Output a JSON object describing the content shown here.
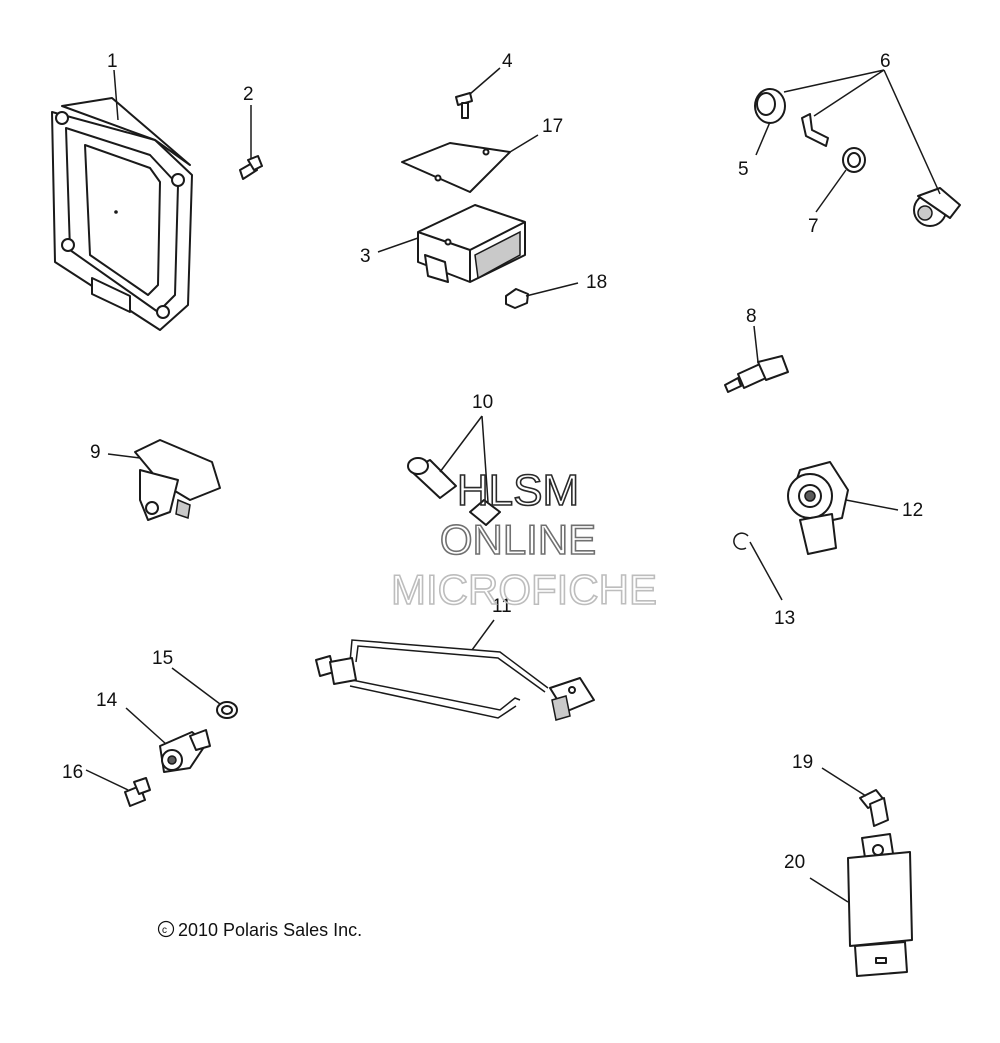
{
  "callouts": {
    "c1": "1",
    "c2": "2",
    "c3": "3",
    "c4": "4",
    "c5": "5",
    "c6": "6",
    "c7": "7",
    "c8": "8",
    "c9": "9",
    "c10": "10",
    "c11": "11",
    "c12": "12",
    "c13": "13",
    "c14": "14",
    "c15": "15",
    "c16": "16",
    "c17": "17",
    "c18": "18",
    "c19": "19",
    "c20": "20"
  },
  "watermark": {
    "line1": "HLSM",
    "line2": "ONLINE",
    "line3": "MICROFICHE"
  },
  "copyright": "2010 Polaris Sales Inc."
}
